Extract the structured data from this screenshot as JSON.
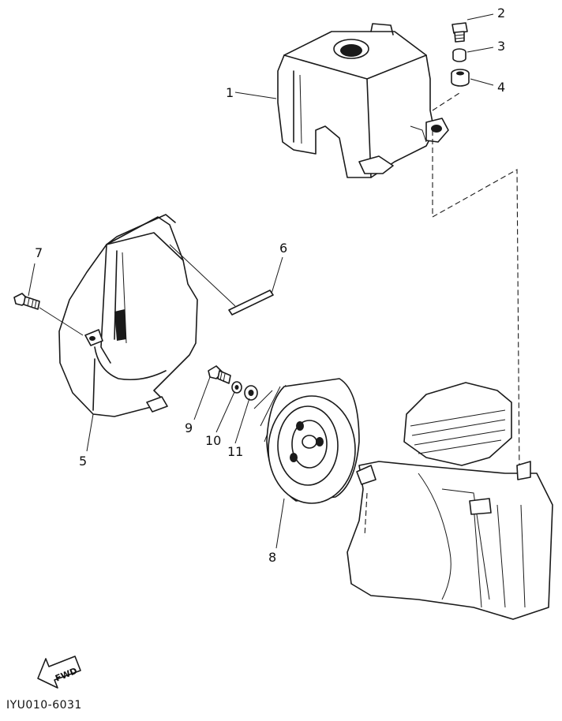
{
  "diagram": {
    "code": "IYU010-6031",
    "fwd_label": "FWD",
    "callouts": [
      {
        "id": "1",
        "label": "1"
      },
      {
        "id": "2",
        "label": "2"
      },
      {
        "id": "3",
        "label": "3"
      },
      {
        "id": "4",
        "label": "4"
      },
      {
        "id": "5",
        "label": "5"
      },
      {
        "id": "6",
        "label": "6"
      },
      {
        "id": "7",
        "label": "7"
      },
      {
        "id": "8",
        "label": "8"
      },
      {
        "id": "9",
        "label": "9"
      },
      {
        "id": "10",
        "label": "10"
      },
      {
        "id": "11",
        "label": "11"
      }
    ]
  }
}
